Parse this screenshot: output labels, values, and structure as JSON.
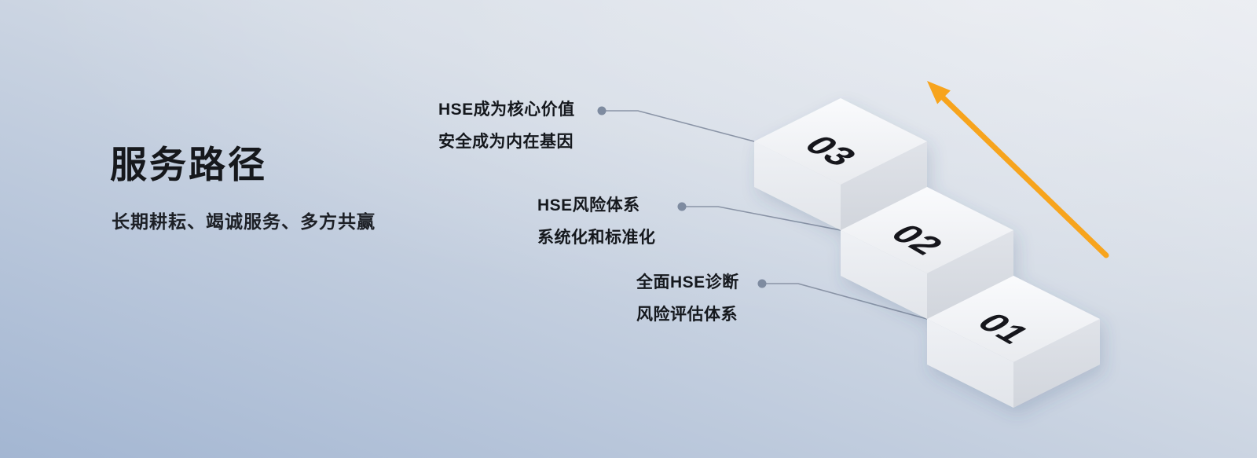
{
  "header": {
    "title": "服务路径",
    "subtitle": "长期耕耘、竭诚服务、多方共赢"
  },
  "steps": [
    {
      "number": "03",
      "label_lines": [
        "HSE成为核心价值",
        "安全成为内在基因"
      ]
    },
    {
      "number": "02",
      "label_lines": [
        "HSE风险体系",
        "系统化和标准化"
      ]
    },
    {
      "number": "01",
      "label_lines": [
        "全面HSE诊断",
        "风险评估体系"
      ]
    }
  ],
  "colors": {
    "arrow": "#F7A41D",
    "connector_line": "#8A94A6",
    "connector_dot": "#7E8BA0"
  }
}
